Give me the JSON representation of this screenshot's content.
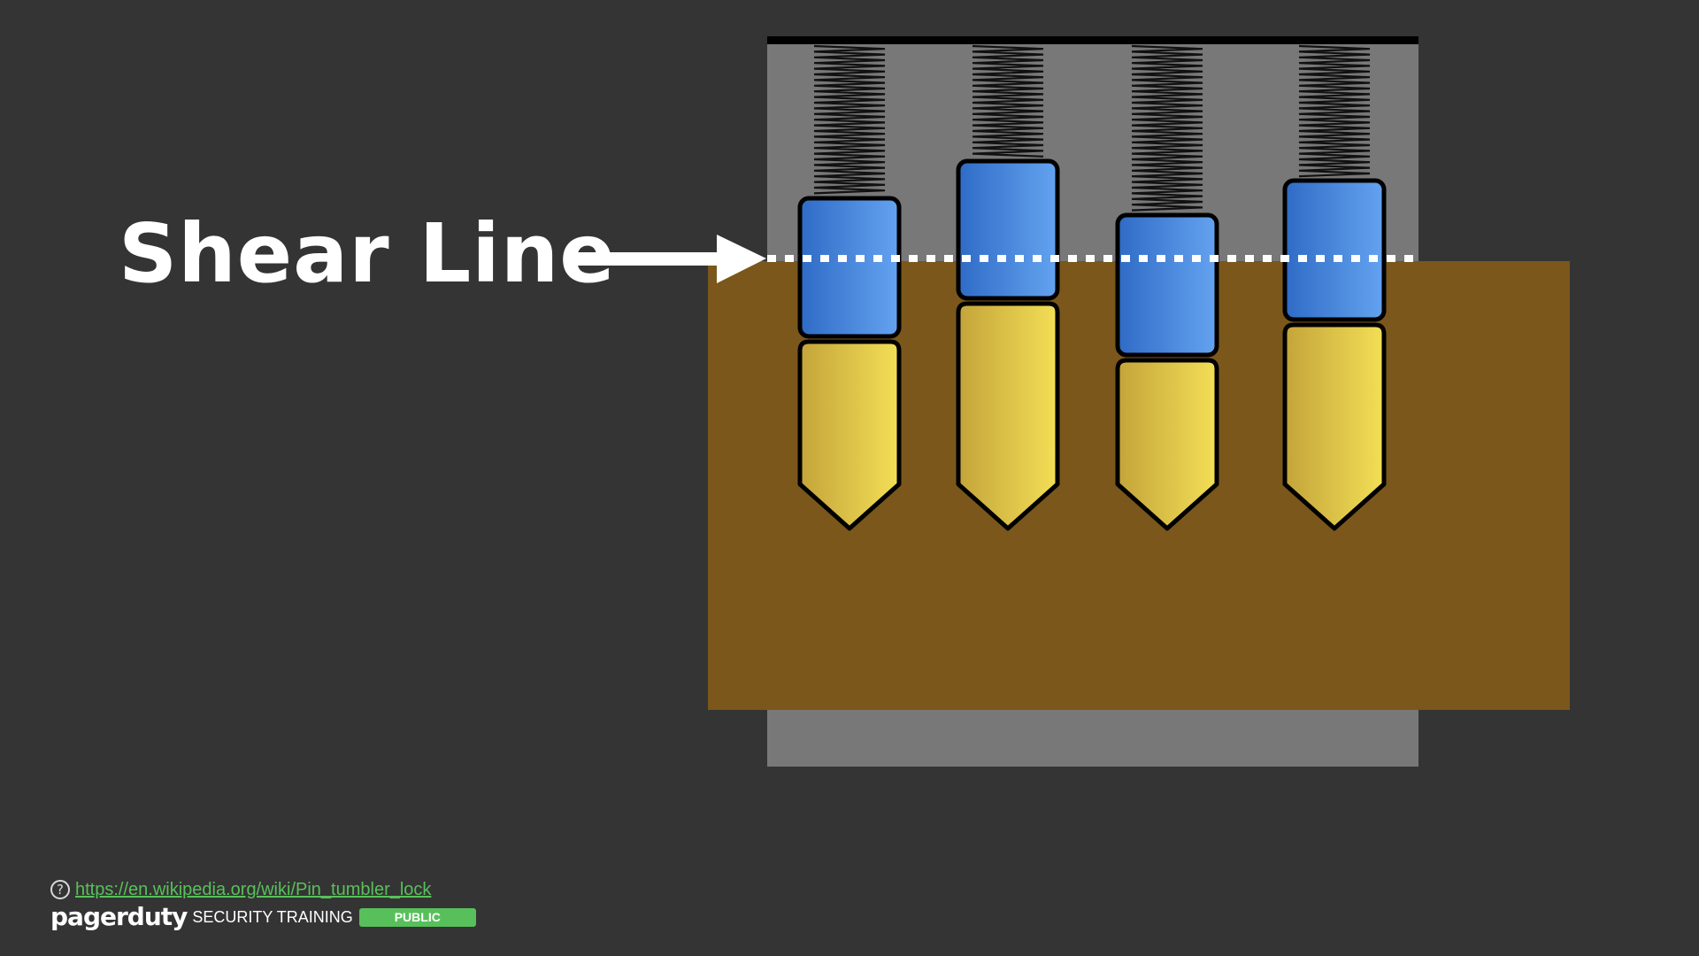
{
  "slide": {
    "title": "Shear Line"
  },
  "diagram": {
    "pin_count": 4,
    "pins": [
      {
        "name": "pin-1"
      },
      {
        "name": "pin-2"
      },
      {
        "name": "pin-3"
      },
      {
        "name": "pin-4"
      }
    ],
    "colors": {
      "background": "#343434",
      "lock_housing": "#787878",
      "plug": "#7b571b",
      "key_pin_light": "#f3df56",
      "key_pin_dark": "#c4a43a",
      "driver_pin_light": "#64a3f0",
      "driver_pin_dark": "#2f6bc6",
      "shear_line": "#ffffff",
      "outline": "#000000"
    }
  },
  "footer": {
    "source_url": "https://en.wikipedia.org/wiki/Pin_tumbler_lock",
    "brand": "pagerduty",
    "training_label": "SECURITY TRAINING",
    "badge": "PUBLIC",
    "accent_color": "#58c05a"
  }
}
